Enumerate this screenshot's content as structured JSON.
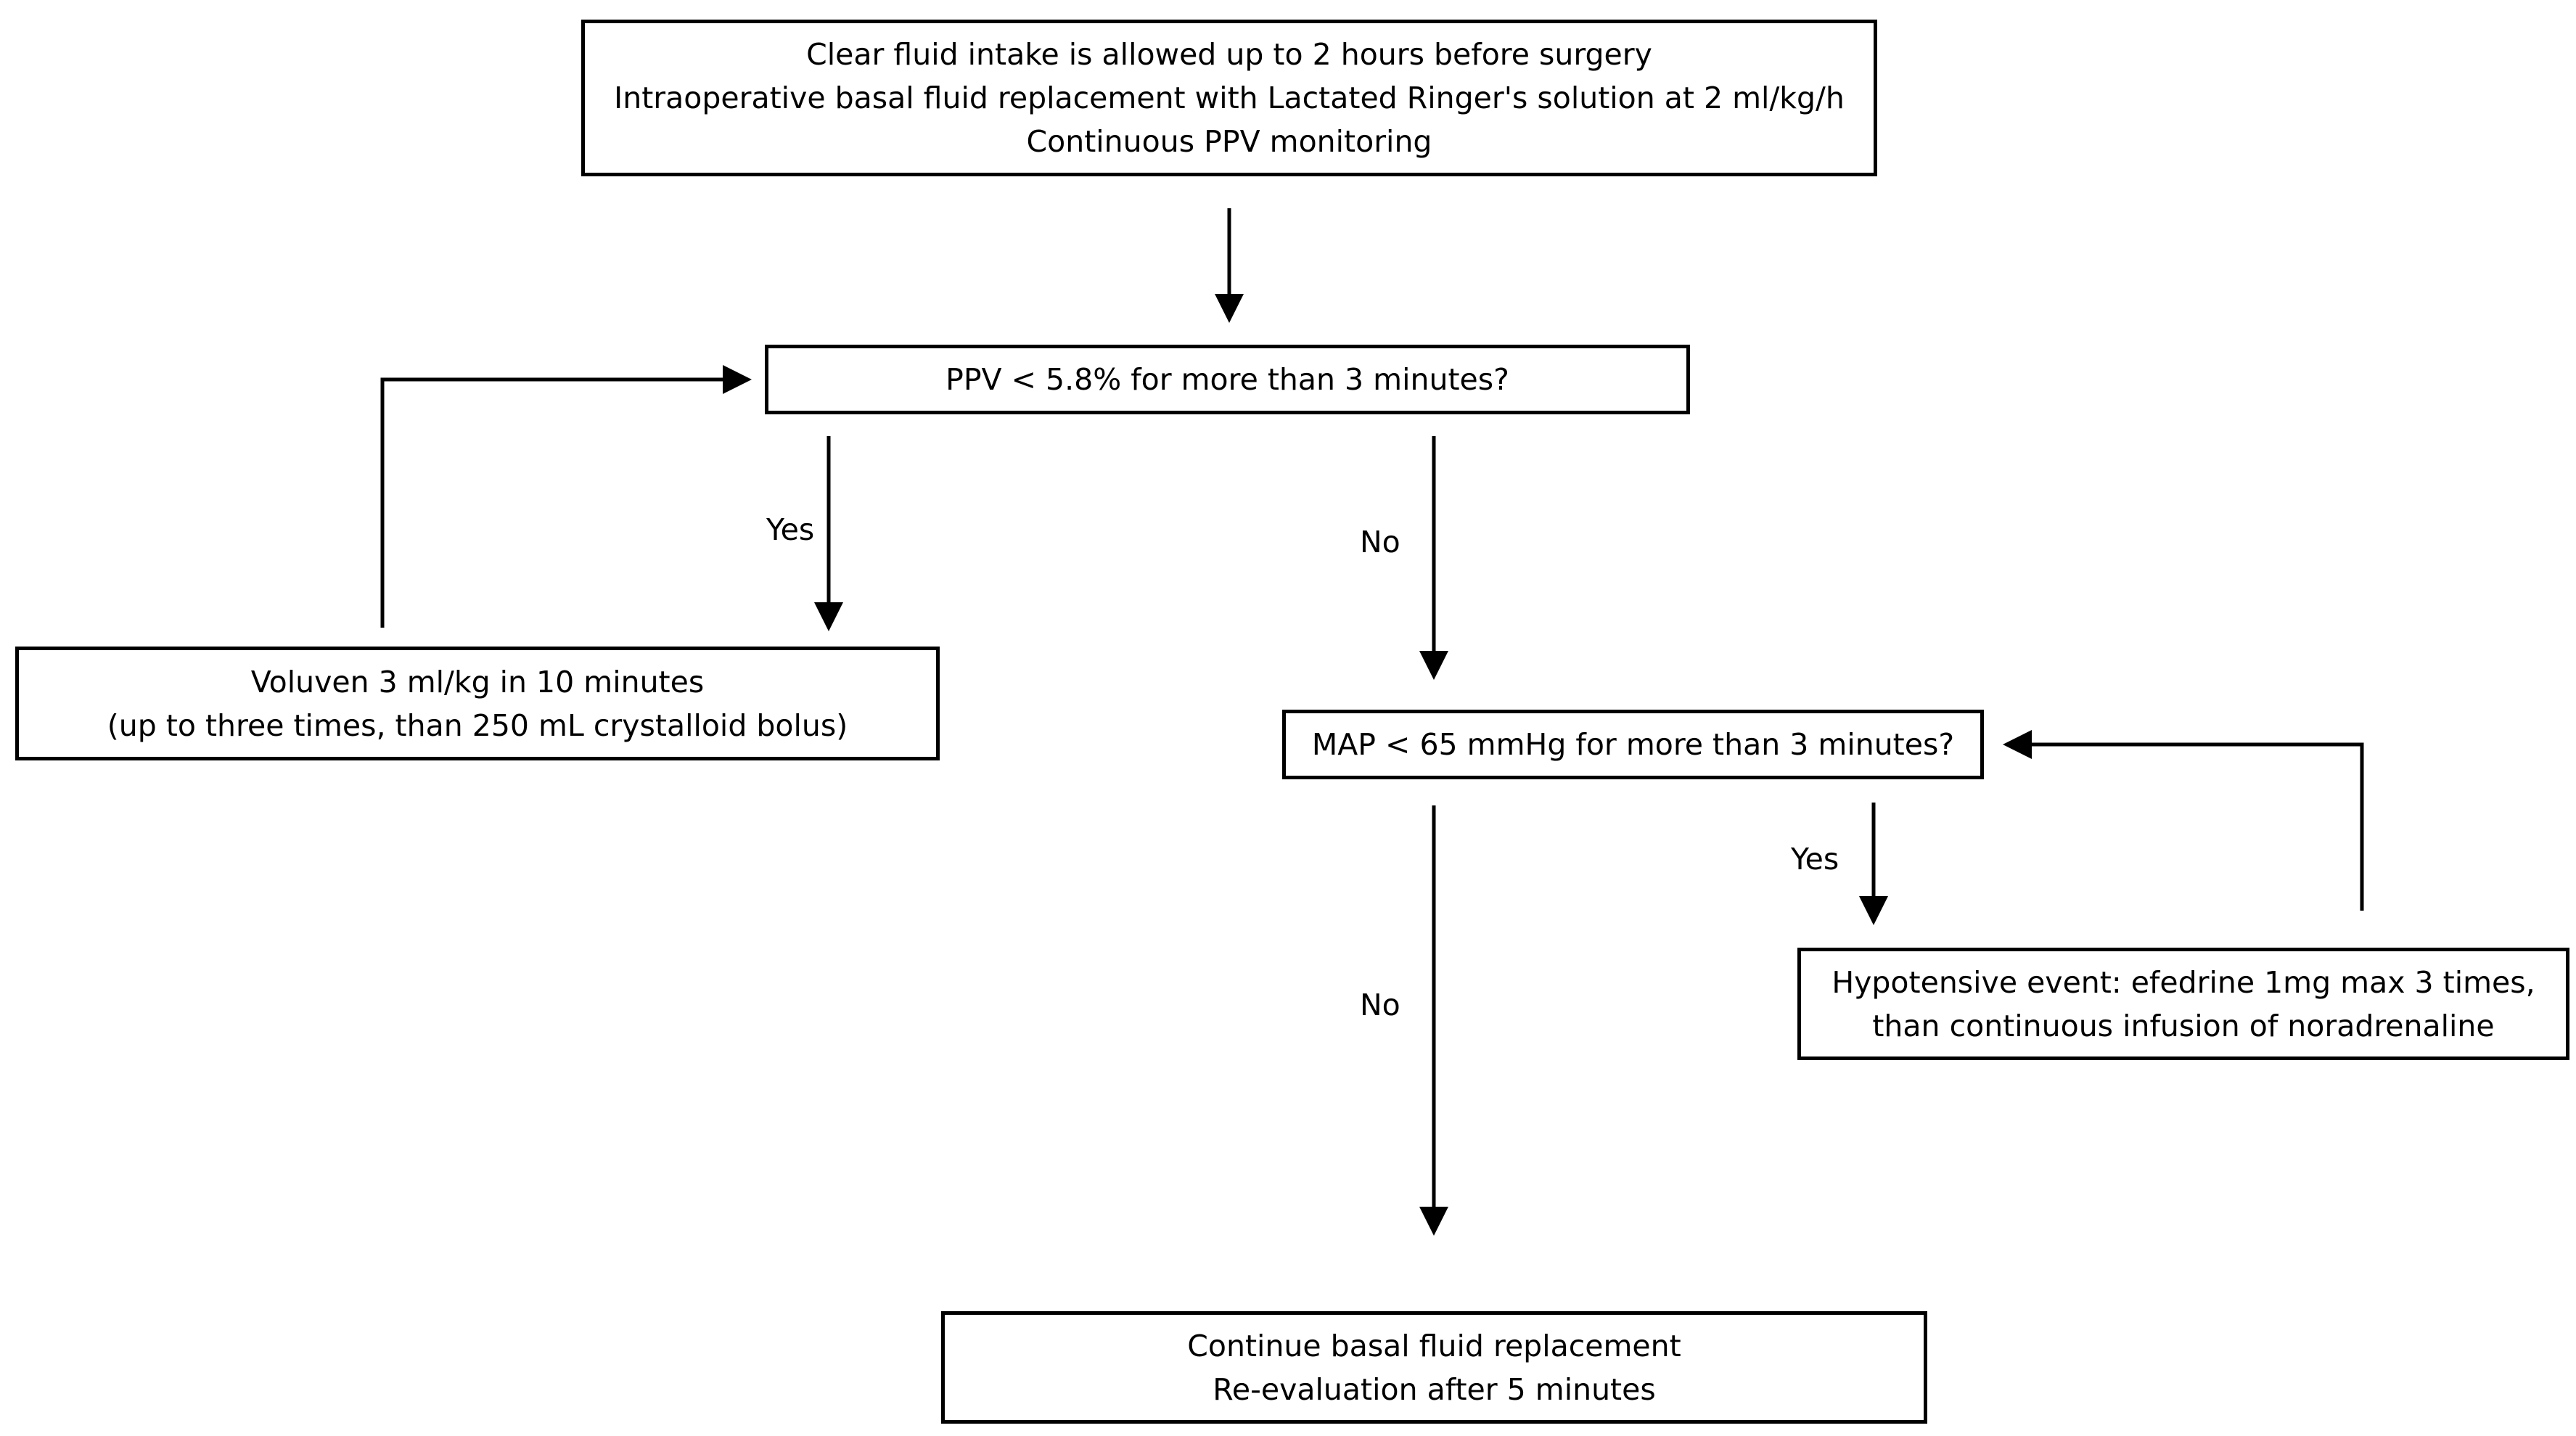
{
  "diagram": {
    "type": "flowchart",
    "nodes": {
      "start": {
        "lines": [
          "Clear fluid intake is allowed up to 2 hours before surgery",
          "Intraoperative basal fluid replacement with Lactated Ringer's solution at 2 ml/kg/h",
          "Continuous PPV monitoring"
        ]
      },
      "ppv_check": {
        "lines": [
          "PPV < 5.8% for more than 3 minutes?"
        ]
      },
      "voluven": {
        "lines": [
          "Voluven 3 ml/kg in 10 minutes",
          "(up to three times, than 250 mL crystalloid bolus)"
        ]
      },
      "map_check": {
        "lines": [
          "MAP < 65 mmHg for more than 3 minutes?"
        ]
      },
      "hypotensive": {
        "lines": [
          "Hypotensive event: efedrine 1mg max 3 times,",
          "than continuous infusion of noradrenaline"
        ]
      },
      "continue": {
        "lines": [
          "Continue basal fluid replacement",
          "Re-evaluation after 5 minutes"
        ]
      }
    },
    "edge_labels": {
      "ppv_yes": "Yes",
      "ppv_no": "No",
      "map_yes": "Yes",
      "map_no": "No"
    },
    "edges": [
      {
        "from": "start",
        "to": "ppv_check",
        "label": ""
      },
      {
        "from": "ppv_check",
        "to": "voluven",
        "label": "Yes"
      },
      {
        "from": "voluven",
        "to": "ppv_check",
        "label": ""
      },
      {
        "from": "ppv_check",
        "to": "map_check",
        "label": "No"
      },
      {
        "from": "map_check",
        "to": "hypotensive",
        "label": "Yes"
      },
      {
        "from": "hypotensive",
        "to": "map_check",
        "label": ""
      },
      {
        "from": "map_check",
        "to": "continue",
        "label": "No"
      }
    ],
    "colors": {
      "stroke": "#000000",
      "background": "#ffffff"
    }
  }
}
